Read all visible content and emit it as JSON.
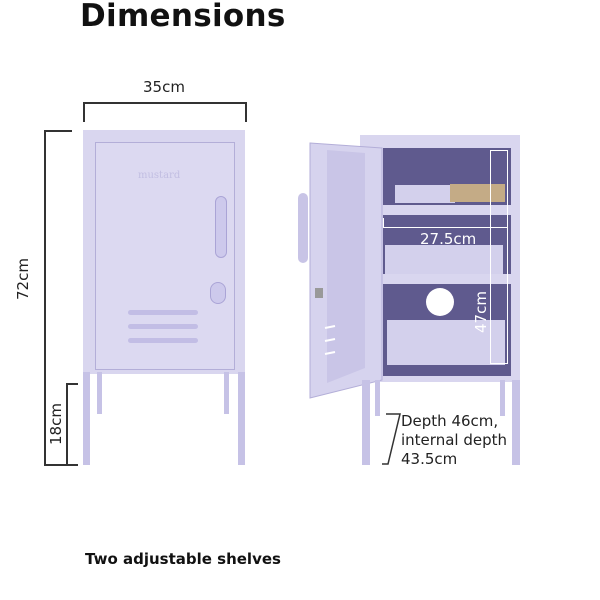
{
  "title": "Dimensions",
  "caption": "Two adjustable shelves",
  "logo": "mustard",
  "dimensions": {
    "width": "35cm",
    "height": "72cm",
    "leg_height": "18cm",
    "shelf_width": "27.5cm",
    "internal_height": "47cm",
    "depth_line1": "Depth 46cm,",
    "depth_line2": "internal depth",
    "depth_line3": "43.5cm"
  },
  "colors": {
    "cabinet": "#d9d6ef",
    "interior": "#5f5a8e",
    "lines": "#333333"
  }
}
